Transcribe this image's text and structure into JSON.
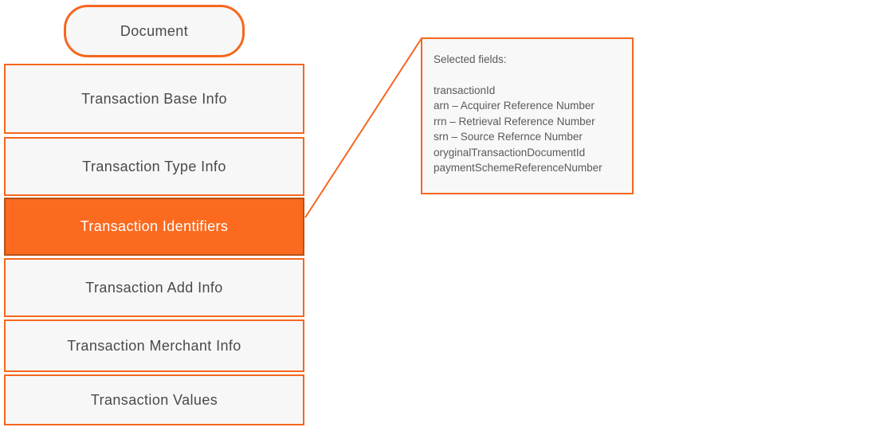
{
  "diagram": {
    "root": {
      "label": "Document"
    },
    "boxes": [
      {
        "label": "Transaction Base Info",
        "highlighted": false
      },
      {
        "label": "Transaction Type Info",
        "highlighted": false
      },
      {
        "label": "Transaction Identifiers",
        "highlighted": true
      },
      {
        "label": "Transaction Add Info",
        "highlighted": false
      },
      {
        "label": "Transaction Merchant Info",
        "highlighted": false
      },
      {
        "label": "Transaction Values",
        "highlighted": false
      }
    ],
    "callout": {
      "title": "Selected fields:",
      "fields": [
        "transactionId",
        "arn – Acquirer Reference Number",
        "rrn – Retrieval Reference Number",
        "srn – Source Refernce Number",
        "oryginalTransactionDocumentId",
        "paymentSchemeReferenceNumber"
      ]
    },
    "colors": {
      "accent_orange": "#F5671F",
      "highlight_fill": "#FB6A1F",
      "highlight_border": "#B55317",
      "node_fill": "#F7F7F7",
      "label_text": "#4A4A4A",
      "callout_text": "#5A5A5A",
      "highlight_text": "#FFFFFF"
    }
  }
}
